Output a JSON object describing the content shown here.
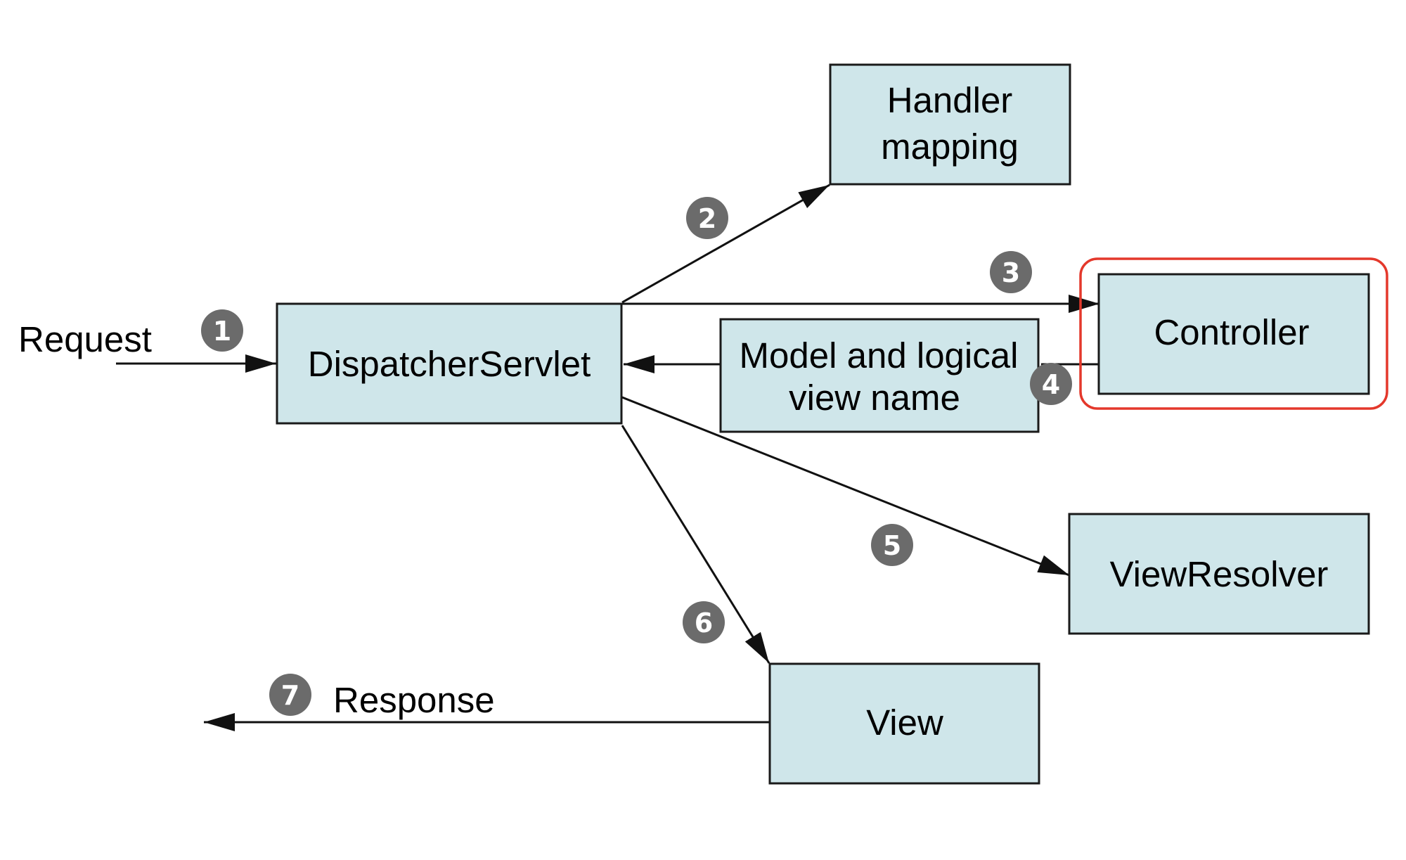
{
  "nodes": {
    "dispatcher": {
      "label": "DispatcherServlet"
    },
    "handler_mapping": {
      "lines": [
        "Handler",
        "mapping"
      ]
    },
    "controller": {
      "label": "Controller",
      "highlighted": true
    },
    "model_view": {
      "lines": [
        "Model and logical",
        "view name"
      ]
    },
    "view_resolver": {
      "label": "ViewResolver"
    },
    "view": {
      "label": "View"
    }
  },
  "labels": {
    "request": "Request",
    "response": "Response"
  },
  "steps": [
    "1",
    "2",
    "3",
    "4",
    "5",
    "6",
    "7"
  ],
  "colors": {
    "box_fill": "#cfe6ea",
    "step_circle": "#6b6b6b",
    "highlight": "#e4382b"
  }
}
